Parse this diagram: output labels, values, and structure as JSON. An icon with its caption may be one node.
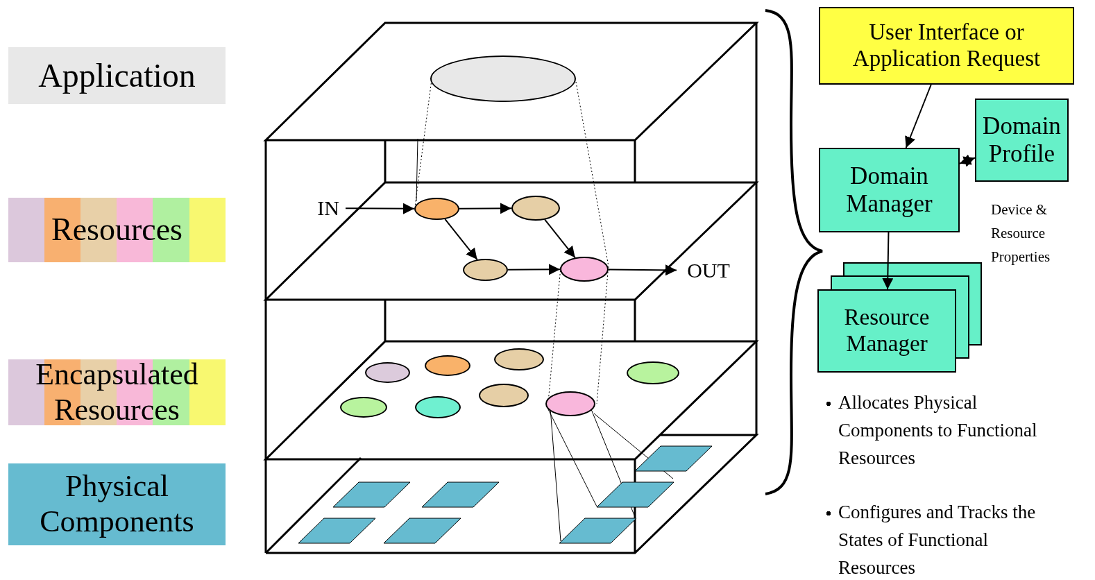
{
  "diagram": {
    "nodes": [
      {
        "text": [
          "Application"
        ]
      },
      {
        "text": [
          "Resources"
        ]
      },
      {
        "text": [
          "Encapsulated Resources"
        ]
      },
      {
        "text": [
          "Physical Components"
        ]
      },
      {
        "text": [
          "IN"
        ]
      },
      {
        "text": [
          "OUT"
        ]
      },
      {
        "text": [],
        "shape": "ellipse"
      },
      {
        "text": [],
        "shape": "ellipse"
      },
      {
        "text": [],
        "shape": "ellipse"
      },
      {
        "text": [],
        "shape": "ellipse"
      },
      {
        "text": [],
        "shape": "ellipse"
      },
      {
        "text": [],
        "shape": "ellipse"
      },
      {
        "text": [],
        "shape": "ellipse"
      },
      {
        "text": [],
        "shape": "ellipse"
      },
      {
        "text": [],
        "shape": "ellipse"
      },
      {
        "text": [],
        "shape": "ellipse"
      },
      {
        "text": [],
        "shape": "ellipse"
      },
      {
        "text": [],
        "shape": "ellipse"
      },
      {
        "text": [],
        "shape": "ellipse"
      },
      {
        "text": [],
        "shape": "parallelogram"
      },
      {
        "text": [],
        "shape": "parallelogram"
      },
      {
        "text": [],
        "shape": "parallelogram"
      },
      {
        "text": [],
        "shape": "parallelogram"
      },
      {
        "text": [],
        "shape": "parallelogram"
      },
      {
        "text": [],
        "shape": "parallelogram"
      },
      {
        "text": [],
        "shape": "parallelogram"
      },
      {
        "text": [
          "User Interface or Application Request"
        ]
      },
      {
        "text": [
          "Domain Manager"
        ]
      },
      {
        "text": [
          "Domain Profile"
        ]
      },
      {
        "text": [
          "Resource Manager"
        ]
      }
    ],
    "edges": [
      {
        "from": 4,
        "to": 7,
        "arrow": "to"
      },
      {
        "from": 7,
        "to": 8,
        "arrow": "to"
      },
      {
        "from": 7,
        "to": 9,
        "arrow": "to"
      },
      {
        "from": 8,
        "to": 10,
        "arrow": "to"
      },
      {
        "from": 9,
        "to": 10,
        "arrow": "to"
      },
      {
        "from": 10,
        "to": 5,
        "arrow": "to"
      },
      {
        "from": 26,
        "to": 27,
        "arrow": "to"
      },
      {
        "from": 27,
        "to": 28,
        "arrow": "both",
        "label": "Device & Resource Properties"
      },
      {
        "from": 27,
        "to": 29,
        "arrow": "to"
      }
    ],
    "labels": [
      "Allocates Physical Components to Functional Resources",
      "Configures and Tracks the States of Functional Resources"
    ]
  }
}
